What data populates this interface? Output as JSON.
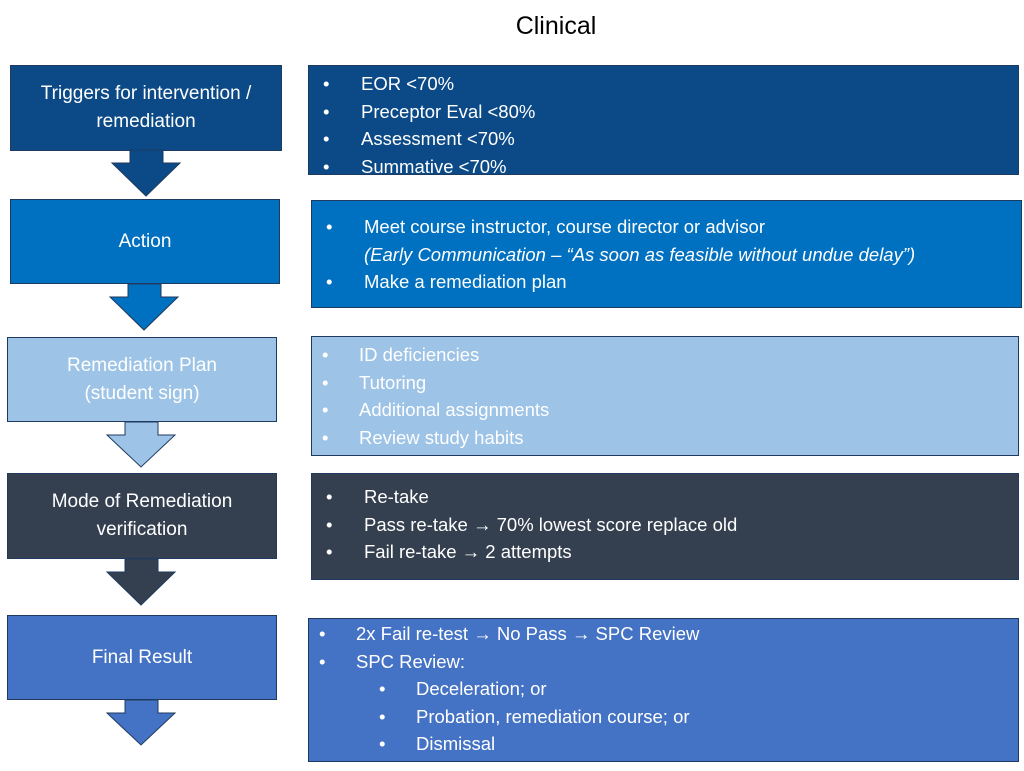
{
  "title": "Clinical",
  "colors": {
    "row1": "#0b4a86",
    "row2": "#0070c0",
    "row3": "#9dc3e6",
    "row4": "#343f4f",
    "row5": "#4472c4"
  },
  "rows": [
    {
      "label": "Triggers for intervention / remediation",
      "items": [
        "EOR <70%",
        "Preceptor Eval <80%",
        "Assessment <70%",
        "Summative <70%"
      ]
    },
    {
      "label": "Action",
      "items": [
        "Meet course instructor, course director or advisor",
        "Make a remediation plan"
      ],
      "note": "(Early Communication – “As soon as feasible without undue delay”)"
    },
    {
      "label": "Remediation Plan (student sign)",
      "items": [
        "ID deficiencies",
        "Tutoring",
        "Additional assignments",
        "Review study habits"
      ]
    },
    {
      "label": "Mode of Remediation verification",
      "items": [
        "Re-take",
        "Pass re-take → 70% lowest score replace old",
        "Fail re-take → 2 attempts"
      ]
    },
    {
      "label": "Final Result",
      "items": [
        "2x Fail re-test → No Pass → SPC Review",
        "SPC Review:"
      ],
      "subitems": [
        "Deceleration; or",
        "Probation, remediation course; or",
        "Dismissal"
      ]
    }
  ]
}
